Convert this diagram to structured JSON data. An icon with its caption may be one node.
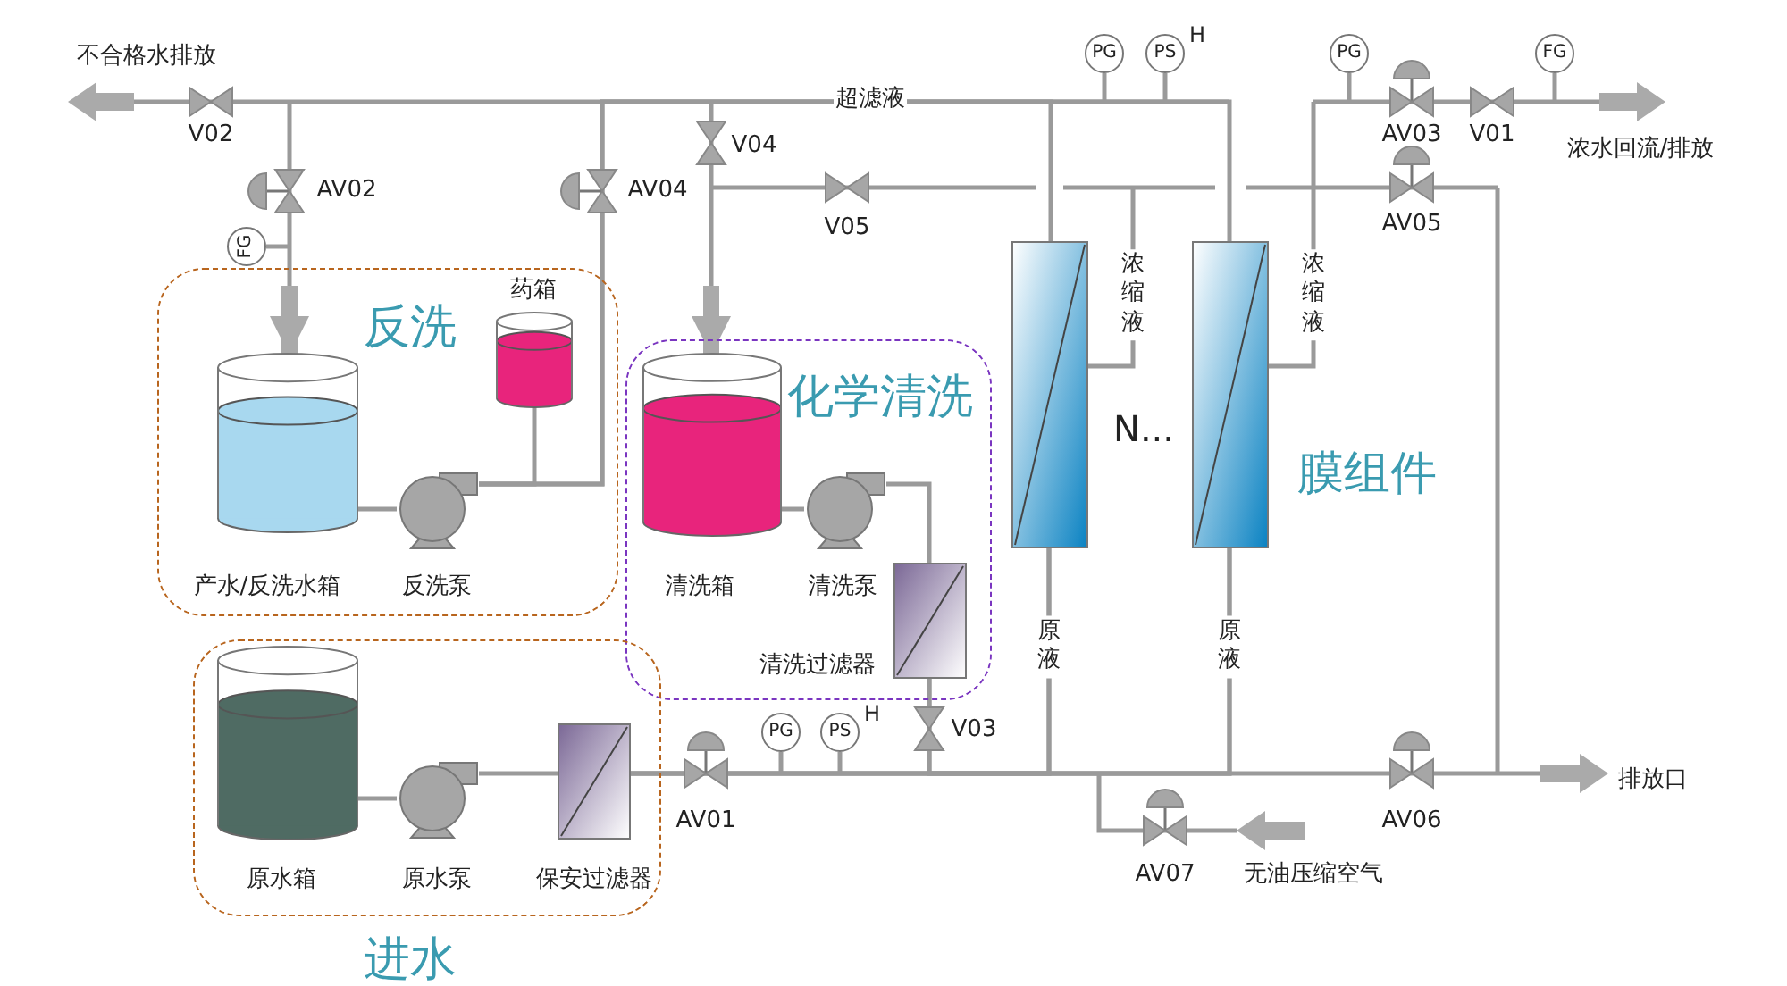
{
  "diagram": {
    "nodes": [
      {
        "text": [
          "PG"
        ]
      },
      {
        "text": [
          "PS"
        ],
        "beside": [
          "H"
        ]
      },
      {
        "text": [
          "PG"
        ]
      },
      {
        "text": [
          "FG"
        ]
      },
      {
        "text": [
          "FG"
        ]
      },
      {
        "text": [
          "反洗"
        ]
      },
      {
        "text": [
          "药箱"
        ],
        "in": 5
      },
      {
        "text": [
          "产水/反洗水箱"
        ],
        "in": 5
      },
      {
        "text": [
          "反洗泵"
        ],
        "in": 5
      },
      {
        "text": [
          "化学清洗"
        ]
      },
      {
        "text": [
          "清洗箱"
        ],
        "in": 9
      },
      {
        "text": [
          "清洗泵"
        ],
        "in": 9
      },
      {
        "text": [
          "清洗过滤器"
        ],
        "in": 9
      },
      {
        "text": [],
        "shape": "box"
      },
      {
        "text": [],
        "shape": "box",
        "beside": [
          "膜组件"
        ]
      },
      {
        "text": [
          "进水"
        ]
      },
      {
        "text": [
          "原水箱"
        ],
        "in": 15
      },
      {
        "text": [
          "原水泵"
        ],
        "in": 15
      },
      {
        "text": [
          "保安过滤器"
        ],
        "in": 15
      },
      {
        "text": [
          "PG"
        ]
      },
      {
        "text": [
          "PS"
        ],
        "beside": [
          "H"
        ]
      }
    ],
    "edges": [
      {
        "from": 7,
        "to": 8,
        "arrow": "none"
      },
      {
        "from": 6,
        "to": 8,
        "arrow": "none"
      },
      {
        "from": 10,
        "to": 11,
        "arrow": "none"
      },
      {
        "from": 11,
        "to": 12,
        "arrow": "none"
      },
      {
        "from": 16,
        "to": 17,
        "arrow": "none"
      },
      {
        "from": 17,
        "to": 18,
        "arrow": "none"
      },
      {
        "from": 18,
        "to": 13,
        "arrow": "none"
      },
      {
        "from": 18,
        "to": 14,
        "arrow": "none"
      },
      {
        "from": 12,
        "to": 13,
        "arrow": "none"
      },
      {
        "from": 12,
        "to": 14,
        "arrow": "none"
      },
      {
        "from": null,
        "to": 7,
        "arrow": "to",
        "style": "thick"
      },
      {
        "from": null,
        "to": 10,
        "arrow": "to",
        "style": "thick"
      },
      {
        "from": 8,
        "to": 13,
        "arrow": "none"
      },
      {
        "from": 8,
        "to": 14,
        "arrow": "none"
      }
    ],
    "labels": [
      "不合格水排放",
      "超滤液",
      "V02",
      "V04",
      "AV02",
      "AV04",
      "V05",
      "AV03",
      "V01",
      "浓水回流/排放",
      "AV05",
      "浓缩液",
      "浓缩液",
      "N...",
      "原液",
      "原液",
      "V03",
      "AV01",
      "排放口",
      "AV06",
      "AV07",
      "无油压缩空气"
    ]
  }
}
